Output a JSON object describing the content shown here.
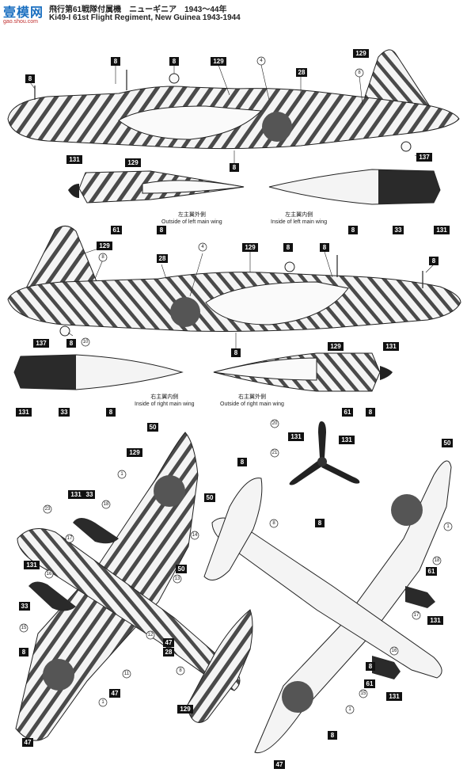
{
  "header": {
    "logo_text": "壹模网",
    "logo_url": "gao.shou.com",
    "title_jp": "飛行第61戦隊付属機　ニューギニア　1943〜44年",
    "title_en": "Ki49-I 61st Flight Regiment, New Guinea 1943-1944"
  },
  "captions": {
    "left_outer_jp": "左主翼外側",
    "left_outer_en": "Outside of left main wing",
    "left_inner_jp": "左主翼内側",
    "left_inner_en": "Inside of left main wing",
    "right_inner_jp": "右主翼内側",
    "right_inner_en": "Inside of right main wing",
    "right_outer_jp": "右主翼外側",
    "right_outer_en": "Outside of right main wing"
  },
  "colors": {
    "badge": "#111111",
    "roundel": "#555555",
    "stripe": "#444444",
    "paint_base": "#f4f4f4"
  },
  "labels": {
    "b_8": "8",
    "b_28": "28",
    "b_33": "33",
    "b_47": "47",
    "b_50": "50",
    "b_61": "61",
    "b_129": "129",
    "b_131": "131",
    "b_137": "137",
    "c_1": "1",
    "c_4": "4",
    "c_8": "8",
    "c_10": "10",
    "c_11": "11",
    "c_12": "12",
    "c_13": "13",
    "c_14": "14",
    "c_15": "15",
    "c_16": "16",
    "c_17": "17",
    "c_18": "18",
    "c_20": "20",
    "c_21": "21",
    "c_23": "23"
  }
}
